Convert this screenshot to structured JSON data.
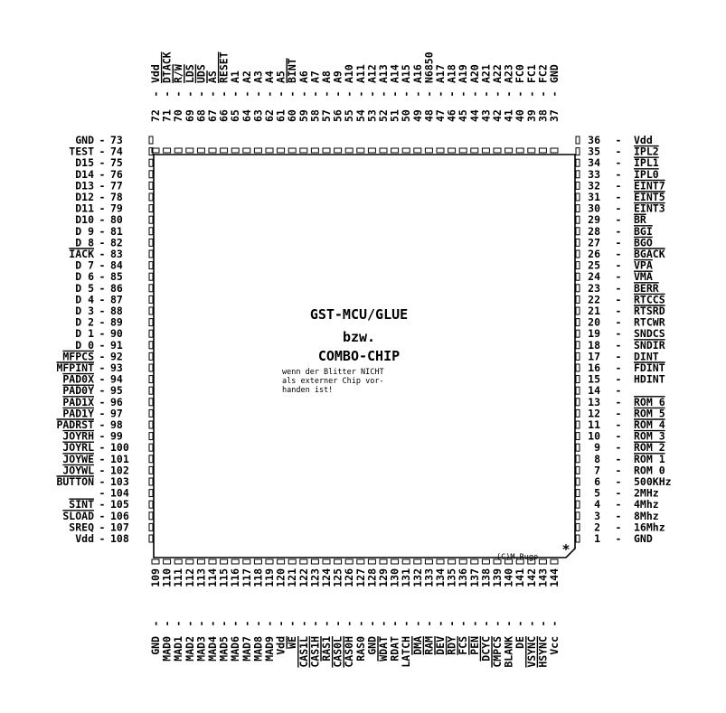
{
  "chip": {
    "title": "GST-MCU/GLUE",
    "subtitle": "bzw.",
    "subtitle2": "COMBO-CHIP",
    "note": [
      "wenn der Blitter NICHT",
      "als externer Chip vor-",
      "handen ist!"
    ],
    "copyright": "(C)M.Ruge",
    "marker": "*"
  },
  "pins": {
    "left": [
      {
        "n": "73",
        "label": "GND",
        "over": false
      },
      {
        "n": "74",
        "label": "TEST",
        "over": false
      },
      {
        "n": "75",
        "label": "D15",
        "over": false
      },
      {
        "n": "76",
        "label": "D14",
        "over": false
      },
      {
        "n": "77",
        "label": "D13",
        "over": false
      },
      {
        "n": "78",
        "label": "D12",
        "over": false
      },
      {
        "n": "79",
        "label": "D11",
        "over": false
      },
      {
        "n": "80",
        "label": "D10",
        "over": false
      },
      {
        "n": "81",
        "label": "D 9",
        "over": false
      },
      {
        "n": "82",
        "label": "D 8",
        "over": false
      },
      {
        "n": "83",
        "label": "IACK",
        "over": true
      },
      {
        "n": "84",
        "label": "D 7",
        "over": false
      },
      {
        "n": "85",
        "label": "D 6",
        "over": false
      },
      {
        "n": "86",
        "label": "D 5",
        "over": false
      },
      {
        "n": "87",
        "label": "D 4",
        "over": false
      },
      {
        "n": "88",
        "label": "D 3",
        "over": false
      },
      {
        "n": "89",
        "label": "D 2",
        "over": false
      },
      {
        "n": "90",
        "label": "D 1",
        "over": false
      },
      {
        "n": "91",
        "label": "D 0",
        "over": false
      },
      {
        "n": "92",
        "label": "MFPCS",
        "over": true
      },
      {
        "n": "93",
        "label": "MFPINT",
        "over": true
      },
      {
        "n": "94",
        "label": "PAD0X",
        "over": true
      },
      {
        "n": "95",
        "label": "PAD0Y",
        "over": true
      },
      {
        "n": "96",
        "label": "PAD1X",
        "over": true
      },
      {
        "n": "97",
        "label": "PAD1Y",
        "over": true
      },
      {
        "n": "98",
        "label": "PADRST",
        "over": true
      },
      {
        "n": "99",
        "label": "JOYRH",
        "over": true
      },
      {
        "n": "100",
        "label": "JOYRL",
        "over": true
      },
      {
        "n": "101",
        "label": "JOYWE",
        "over": true
      },
      {
        "n": "102",
        "label": "JOYWL",
        "over": true
      },
      {
        "n": "103",
        "label": "BUTTON",
        "over": true
      },
      {
        "n": "104",
        "label": "",
        "over": false
      },
      {
        "n": "105",
        "label": "SINT",
        "over": true
      },
      {
        "n": "106",
        "label": "SLOAD",
        "over": true
      },
      {
        "n": "107",
        "label": "SREQ",
        "over": false
      },
      {
        "n": "108",
        "label": "Vdd",
        "over": false
      }
    ],
    "right": [
      {
        "n": "36",
        "label": "Vdd",
        "over": false
      },
      {
        "n": "35",
        "label": "IPL2",
        "over": true
      },
      {
        "n": "34",
        "label": "IPL1",
        "over": true
      },
      {
        "n": "33",
        "label": "IPL0",
        "over": true
      },
      {
        "n": "32",
        "label": "EINT7",
        "over": true
      },
      {
        "n": "31",
        "label": "EINT5",
        "over": true
      },
      {
        "n": "30",
        "label": "EINT3",
        "over": true
      },
      {
        "n": "29",
        "label": "BR",
        "over": true
      },
      {
        "n": "28",
        "label": "BGI",
        "over": true
      },
      {
        "n": "27",
        "label": "BGO",
        "over": true
      },
      {
        "n": "26",
        "label": "BGACK",
        "over": true
      },
      {
        "n": "25",
        "label": "VPA",
        "over": true
      },
      {
        "n": "24",
        "label": "VMA",
        "over": true
      },
      {
        "n": "23",
        "label": "BERR",
        "over": true
      },
      {
        "n": "22",
        "label": "RTCCS",
        "over": true
      },
      {
        "n": "21",
        "label": "RTSRD",
        "over": true
      },
      {
        "n": "20",
        "label": "RTCWR",
        "over": false
      },
      {
        "n": "19",
        "label": "SNDCS",
        "over": false
      },
      {
        "n": "18",
        "label": "SNDIR",
        "over": true
      },
      {
        "n": "17",
        "label": "DINT",
        "over": false
      },
      {
        "n": "16",
        "label": "FDINT",
        "over": true
      },
      {
        "n": "15",
        "label": "HDINT",
        "over": false
      },
      {
        "n": "14",
        "label": "",
        "over": false
      },
      {
        "n": "13",
        "label": "ROM 6",
        "over": true
      },
      {
        "n": "12",
        "label": "ROM 5",
        "over": true
      },
      {
        "n": "11",
        "label": "ROM 4",
        "over": true
      },
      {
        "n": "10",
        "label": "ROM 3",
        "over": true
      },
      {
        "n": "9",
        "label": "ROM 2",
        "over": true
      },
      {
        "n": "8",
        "label": "ROM 1",
        "over": true
      },
      {
        "n": "7",
        "label": "ROM 0",
        "over": false
      },
      {
        "n": "6",
        "label": "500KHz",
        "over": false
      },
      {
        "n": "5",
        "label": "2MHz",
        "over": false
      },
      {
        "n": "4",
        "label": "4Mhz",
        "over": false
      },
      {
        "n": "3",
        "label": "8Mhz",
        "over": false
      },
      {
        "n": "2",
        "label": "16Mhz",
        "over": false
      },
      {
        "n": "1",
        "label": "GND",
        "over": false
      }
    ],
    "top": [
      {
        "n": "72",
        "label": "Vdd",
        "over": false
      },
      {
        "n": "71",
        "label": "DTACK",
        "over": true
      },
      {
        "n": "70",
        "label": "R/W",
        "over": true
      },
      {
        "n": "69",
        "label": "LDS",
        "over": true
      },
      {
        "n": "68",
        "label": "UDS",
        "over": true
      },
      {
        "n": "67",
        "label": "AS",
        "over": true
      },
      {
        "n": "66",
        "label": "RESET",
        "over": true
      },
      {
        "n": "65",
        "label": "A1",
        "over": false
      },
      {
        "n": "64",
        "label": "A2",
        "over": false
      },
      {
        "n": "63",
        "label": "A3",
        "over": false
      },
      {
        "n": "62",
        "label": "A4",
        "over": false
      },
      {
        "n": "61",
        "label": "A5",
        "over": false
      },
      {
        "n": "60",
        "label": "BINT",
        "over": true
      },
      {
        "n": "59",
        "label": "A6",
        "over": false
      },
      {
        "n": "58",
        "label": "A7",
        "over": false
      },
      {
        "n": "57",
        "label": "A8",
        "over": false
      },
      {
        "n": "56",
        "label": "A9",
        "over": false
      },
      {
        "n": "55",
        "label": "A10",
        "over": false
      },
      {
        "n": "54",
        "label": "A11",
        "over": false
      },
      {
        "n": "53",
        "label": "A12",
        "over": false
      },
      {
        "n": "52",
        "label": "A13",
        "over": false
      },
      {
        "n": "51",
        "label": "A14",
        "over": false
      },
      {
        "n": "50",
        "label": "A15",
        "over": false
      },
      {
        "n": "49",
        "label": "A16",
        "over": false
      },
      {
        "n": "48",
        "label": "N6850",
        "over": false
      },
      {
        "n": "47",
        "label": "A17",
        "over": false
      },
      {
        "n": "46",
        "label": "A18",
        "over": false
      },
      {
        "n": "45",
        "label": "A19",
        "over": false
      },
      {
        "n": "44",
        "label": "A20",
        "over": false
      },
      {
        "n": "43",
        "label": "A21",
        "over": false
      },
      {
        "n": "42",
        "label": "A22",
        "over": false
      },
      {
        "n": "41",
        "label": "A23",
        "over": false
      },
      {
        "n": "40",
        "label": "FC0",
        "over": false
      },
      {
        "n": "39",
        "label": "FC1",
        "over": false
      },
      {
        "n": "38",
        "label": "FC2",
        "over": false
      },
      {
        "n": "37",
        "label": "GND",
        "over": false
      }
    ],
    "bottom": [
      {
        "n": "109",
        "label": "GND",
        "over": false
      },
      {
        "n": "110",
        "label": "MAD0",
        "over": false
      },
      {
        "n": "111",
        "label": "MAD1",
        "over": false
      },
      {
        "n": "112",
        "label": "MAD2",
        "over": false
      },
      {
        "n": "113",
        "label": "MAD3",
        "over": false
      },
      {
        "n": "114",
        "label": "MAD4",
        "over": false
      },
      {
        "n": "115",
        "label": "MAD5",
        "over": false
      },
      {
        "n": "116",
        "label": "MAD6",
        "over": false
      },
      {
        "n": "117",
        "label": "MAD7",
        "over": false
      },
      {
        "n": "118",
        "label": "MAD8",
        "over": false
      },
      {
        "n": "119",
        "label": "MAD9",
        "over": false
      },
      {
        "n": "120",
        "label": "Vdd",
        "over": false
      },
      {
        "n": "121",
        "label": "WE",
        "over": true
      },
      {
        "n": "122",
        "label": "CAS1L",
        "over": true
      },
      {
        "n": "123",
        "label": "CAS1H",
        "over": true
      },
      {
        "n": "124",
        "label": "RAS1",
        "over": true
      },
      {
        "n": "125",
        "label": "CAS0L",
        "over": true
      },
      {
        "n": "126",
        "label": "CAS0H",
        "over": true
      },
      {
        "n": "127",
        "label": "RAS0",
        "over": false
      },
      {
        "n": "128",
        "label": "GND",
        "over": false
      },
      {
        "n": "129",
        "label": "WDAT",
        "over": true
      },
      {
        "n": "130",
        "label": "RDAT",
        "over": false
      },
      {
        "n": "131",
        "label": "LATCH",
        "over": false
      },
      {
        "n": "132",
        "label": "DMA",
        "over": true
      },
      {
        "n": "133",
        "label": "RAM",
        "over": true
      },
      {
        "n": "134",
        "label": "DEV",
        "over": true
      },
      {
        "n": "135",
        "label": "RDY",
        "over": true
      },
      {
        "n": "136",
        "label": "FCS",
        "over": true
      },
      {
        "n": "137",
        "label": "PEN",
        "over": true
      },
      {
        "n": "138",
        "label": "DCYC",
        "over": true
      },
      {
        "n": "139",
        "label": "CMPCS",
        "over": true
      },
      {
        "n": "140",
        "label": "BLANK",
        "over": false
      },
      {
        "n": "141",
        "label": "DE",
        "over": false
      },
      {
        "n": "142",
        "label": "VSYNC",
        "over": true
      },
      {
        "n": "143",
        "label": "HSYNC",
        "over": true
      },
      {
        "n": "144",
        "label": "Vcc",
        "over": false
      }
    ]
  }
}
